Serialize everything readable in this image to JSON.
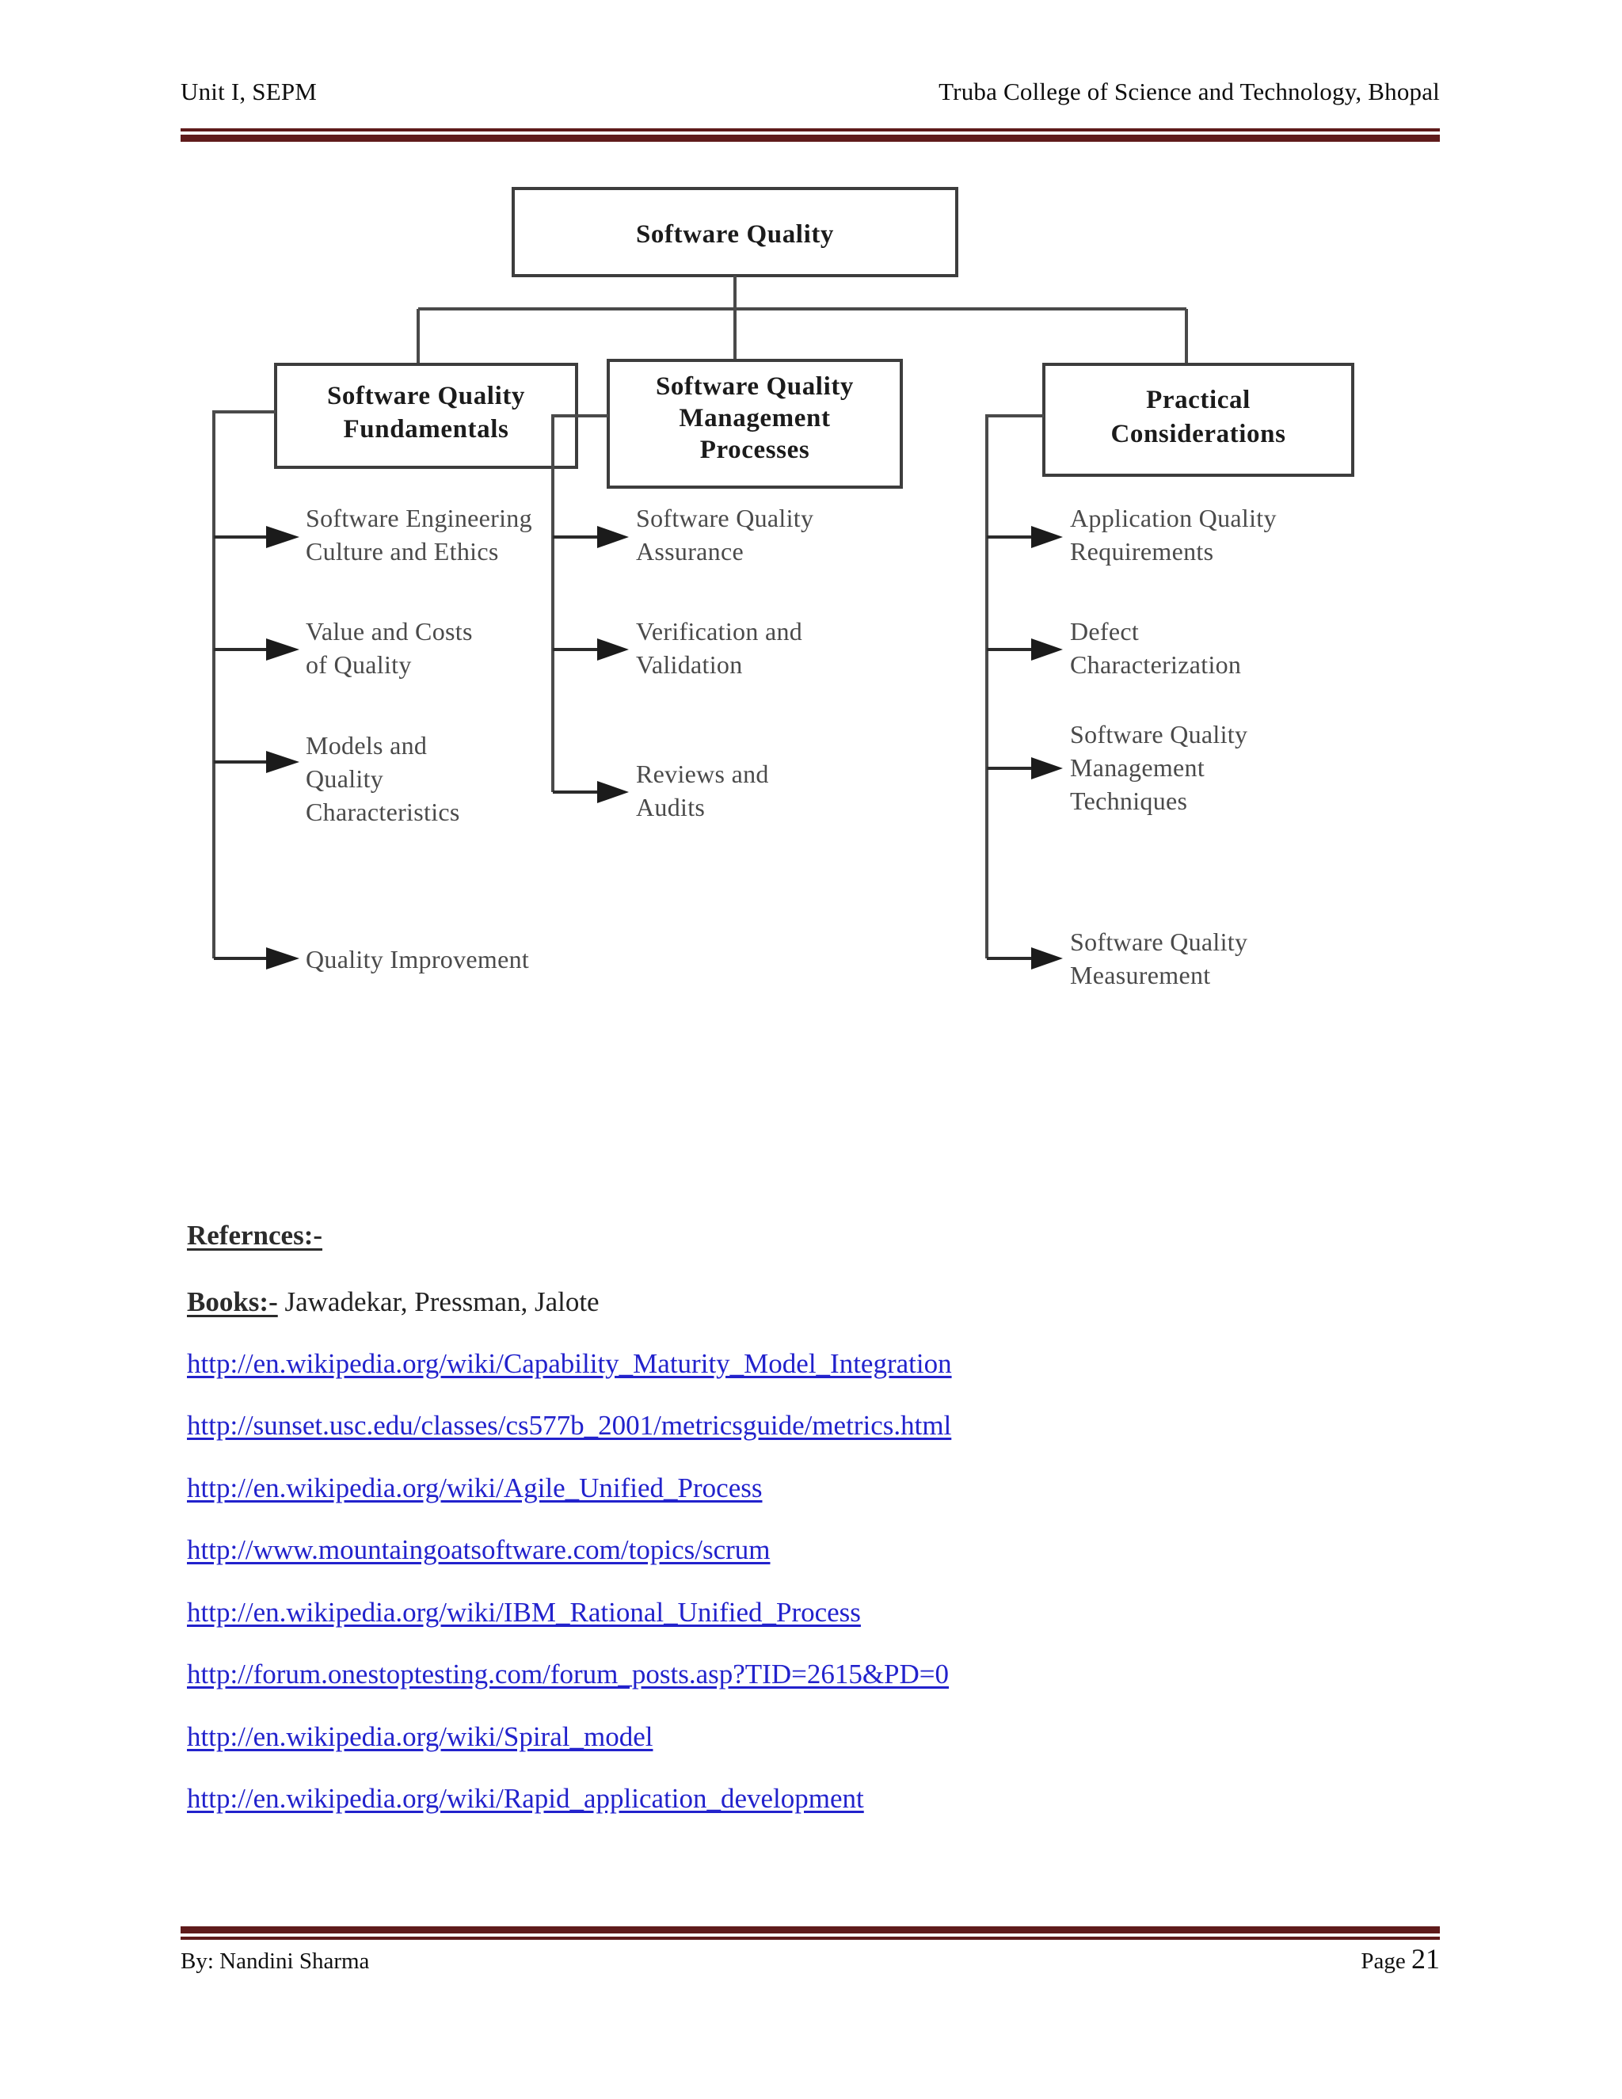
{
  "header": {
    "left": "Unit I, SEPM",
    "right": "Truba College of Science and Technology, Bhopal"
  },
  "diagram": {
    "root": {
      "line1": "Software Quality"
    },
    "branches": [
      {
        "title_lines": [
          "Software Quality",
          "Fundamentals"
        ],
        "items": [
          {
            "lines": [
              "Software Engineering",
              "Culture and Ethics"
            ]
          },
          {
            "lines": [
              "Value and Costs",
              "of Quality"
            ]
          },
          {
            "lines": [
              "Models and",
              "Quality",
              "Characteristics"
            ]
          },
          {
            "lines": [
              "Quality Improvement"
            ]
          }
        ]
      },
      {
        "title_lines": [
          "Software Quality",
          "Management",
          "Processes"
        ],
        "items": [
          {
            "lines": [
              "Software Quality",
              "Assurance"
            ]
          },
          {
            "lines": [
              "Verification and",
              "Validation"
            ]
          },
          {
            "lines": [
              "Reviews and",
              "Audits"
            ]
          }
        ]
      },
      {
        "title_lines": [
          "Practical",
          "Considerations"
        ],
        "items": [
          {
            "lines": [
              "Application Quality",
              "Requirements"
            ]
          },
          {
            "lines": [
              "Defect",
              "Characterization"
            ]
          },
          {
            "lines": [
              "Software Quality",
              "Management",
              "Techniques"
            ]
          },
          {
            "lines": [
              "Software Quality",
              "Measurement"
            ]
          }
        ]
      }
    ]
  },
  "references": {
    "heading": "Refernces:-",
    "books_label": "Books:-",
    "books_value": " Jawadekar, Pressman,  Jalote",
    "links": [
      "http://en.wikipedia.org/wiki/Capability_Maturity_Model_Integration",
      "http://sunset.usc.edu/classes/cs577b_2001/metricsguide/metrics.html",
      "http://en.wikipedia.org/wiki/Agile_Unified_Process",
      "http://www.mountaingoatsoftware.com/topics/scrum",
      "http://en.wikipedia.org/wiki/IBM_Rational_Unified_Process",
      "http://forum.onestoptesting.com/forum_posts.asp?TID=2615&PD=0",
      "http://en.wikipedia.org/wiki/Spiral_model",
      "http://en.wikipedia.org/wiki/Rapid_application_development"
    ]
  },
  "footer": {
    "author": "By: Nandini Sharma",
    "page_label": "Page ",
    "page_number": "21"
  },
  "colors": {
    "rule": "#5f1b1b",
    "link": "#2222cc",
    "diagram_line": "#4a4a4a"
  }
}
